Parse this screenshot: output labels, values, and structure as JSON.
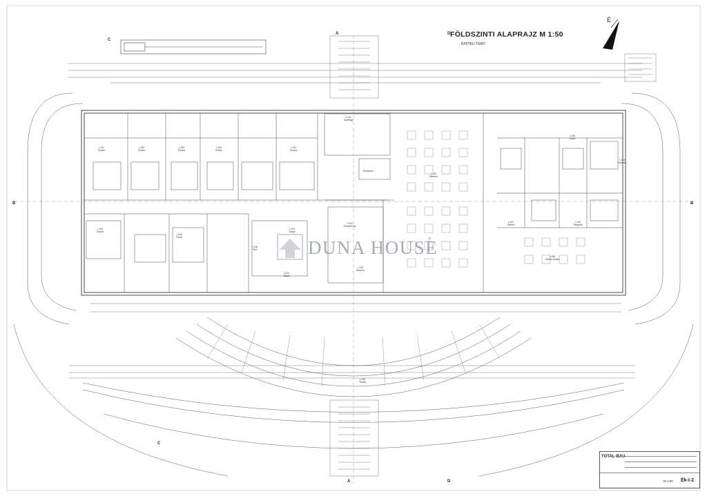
{
  "drawing": {
    "title": "FÖLDSZINTI ALAPRAJZ  M 1:50",
    "subtitle": "KIVITELI TERV",
    "compass_letter": "É",
    "section_markers": {
      "top_a": "A",
      "top_d": "D",
      "top_c": "C",
      "left_b": "B",
      "right_b": "B",
      "bottom_c": "C",
      "bottom_a": "A",
      "bottom_d": "D"
    },
    "rooms": [
      {
        "id": "I-111",
        "name": "Szoba"
      },
      {
        "id": "I-109",
        "name": "Szoba"
      },
      {
        "id": "I-105",
        "name": "Szoba"
      },
      {
        "id": "I-103",
        "name": "Szoba"
      },
      {
        "id": "I-102",
        "name": "Szoba"
      },
      {
        "id": "I-121",
        "name": "Szélfogó"
      },
      {
        "id": "I-132",
        "name": "Étterem"
      },
      {
        "id": "I-122",
        "name": "Előcsarnok"
      },
      {
        "id": "I-123",
        "name": "Tálaló"
      },
      {
        "id": "I-124",
        "name": "Tálaló"
      },
      {
        "id": "I-115",
        "name": "Szoba"
      },
      {
        "id": "I-118",
        "name": "Fürdő"
      },
      {
        "id": "I-135",
        "name": "Kávézó"
      },
      {
        "id": "I-156",
        "name": "Kültéri terasz"
      },
      {
        "id": "I-146",
        "name": "Tárgyaló"
      },
      {
        "id": "I-144",
        "name": "Rakodó"
      },
      {
        "id": "I-140",
        "name": "Iroda"
      },
      {
        "id": "I-137",
        "name": "Öltöző"
      },
      {
        "id": "I-126",
        "name": "Pult"
      },
      {
        "id": "I-106",
        "name": "Terasz"
      }
    ],
    "reception_label": "Recepció"
  },
  "watermark": {
    "brand": "DUNA HOUSE",
    "reg": "®"
  },
  "title_block": {
    "company": "TOTAL-BAU",
    "scale": "M 1:50",
    "sheet_code": "Ék-I-2"
  }
}
